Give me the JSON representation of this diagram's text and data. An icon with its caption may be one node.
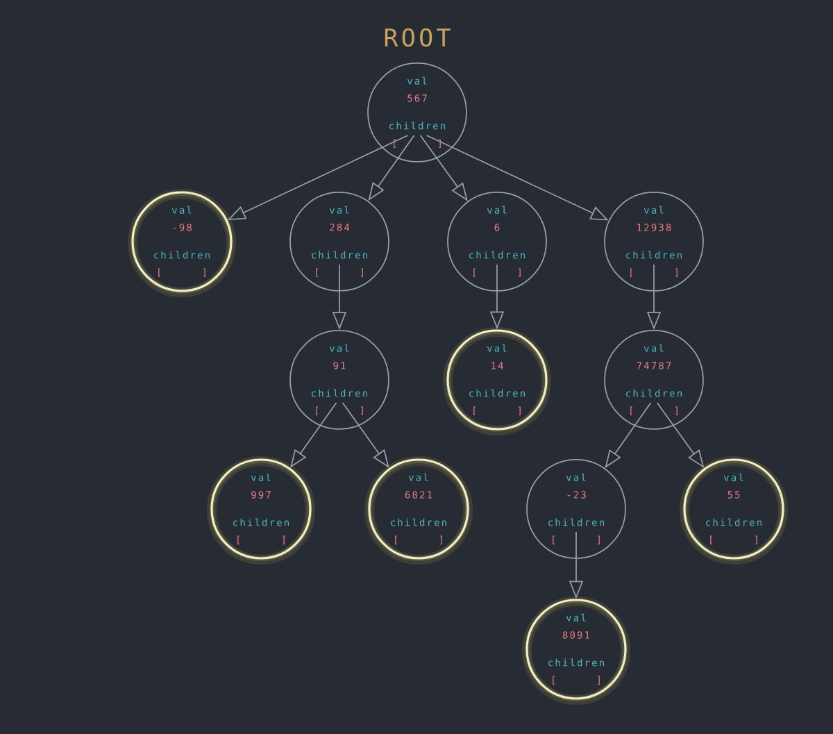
{
  "diagram": {
    "title": "ROOT",
    "nodes": [
      {
        "text": [
          "val",
          "567",
          "children",
          "[",
          "]"
        ]
      },
      {
        "text": [
          "val",
          "-98",
          "children",
          "[",
          "]"
        ]
      },
      {
        "text": [
          "val",
          "284",
          "children",
          "[",
          "]"
        ]
      },
      {
        "text": [
          "val",
          "6",
          "children",
          "[",
          "]"
        ]
      },
      {
        "text": [
          "val",
          "12938",
          "children",
          "[",
          "]"
        ]
      },
      {
        "text": [
          "val",
          "91",
          "children",
          "[",
          "]"
        ]
      },
      {
        "text": [
          "val",
          "14",
          "children",
          "[",
          "]"
        ]
      },
      {
        "text": [
          "val",
          "74787",
          "children",
          "[",
          "]"
        ]
      },
      {
        "text": [
          "val",
          "997",
          "children",
          "[",
          "]"
        ]
      },
      {
        "text": [
          "val",
          "6821",
          "children",
          "[",
          "]"
        ]
      },
      {
        "text": [
          "val",
          "-23",
          "children",
          "[",
          "]"
        ]
      },
      {
        "text": [
          "val",
          "55",
          "children",
          "[",
          "]"
        ]
      },
      {
        "text": [
          "val",
          "8091",
          "children",
          "[",
          "]"
        ]
      }
    ],
    "edges": [
      {
        "from": 0,
        "to": 1,
        "arrow": "to"
      },
      {
        "from": 0,
        "to": 2,
        "arrow": "to"
      },
      {
        "from": 0,
        "to": 3,
        "arrow": "to"
      },
      {
        "from": 0,
        "to": 4,
        "arrow": "to"
      },
      {
        "from": 2,
        "to": 5,
        "arrow": "to"
      },
      {
        "from": 3,
        "to": 6,
        "arrow": "to"
      },
      {
        "from": 4,
        "to": 7,
        "arrow": "to"
      },
      {
        "from": 5,
        "to": 8,
        "arrow": "to"
      },
      {
        "from": 5,
        "to": 9,
        "arrow": "to"
      },
      {
        "from": 7,
        "to": 10,
        "arrow": "to"
      },
      {
        "from": 7,
        "to": 11,
        "arrow": "to"
      },
      {
        "from": 10,
        "to": 12,
        "arrow": "to"
      }
    ]
  }
}
